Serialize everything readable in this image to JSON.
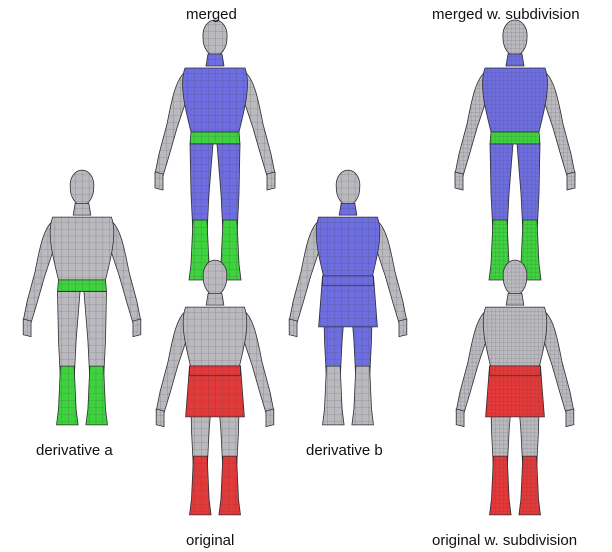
{
  "captions": {
    "merged": "merged",
    "merged_subdiv": "merged w. subdivision",
    "derivative_a": "derivative a",
    "derivative_b": "derivative b",
    "original": "original",
    "original_subdiv": "original w. subdivision"
  },
  "colors": {
    "body_gray": "#b9b9be",
    "body_gray_dark": "#8c8c92",
    "merged_blue": "#6e6ee0",
    "edit_green": "#3fd23f",
    "original_red": "#e23a3a",
    "wire": "#3a3a3f"
  },
  "figures": [
    {
      "id": "merged",
      "torso": "blue",
      "belt": "green",
      "legs": "blue",
      "boots": "green",
      "skirt": false
    },
    {
      "id": "merged-subdiv",
      "torso": "blue",
      "belt": "green",
      "legs": "blue",
      "boots": "green",
      "skirt": false
    },
    {
      "id": "derivative-a",
      "torso": "gray",
      "belt": "green",
      "legs": "gray",
      "boots": "green",
      "skirt": false
    },
    {
      "id": "derivative-b",
      "torso": "blue",
      "belt": "blue",
      "legs": "blue",
      "boots": "gray",
      "skirt": "blue"
    },
    {
      "id": "original",
      "torso": "gray",
      "belt": "red",
      "legs": "gray",
      "boots": "red",
      "skirt": "red"
    },
    {
      "id": "original-subdiv",
      "torso": "gray",
      "belt": "red",
      "legs": "gray",
      "boots": "red",
      "skirt": "red"
    }
  ]
}
